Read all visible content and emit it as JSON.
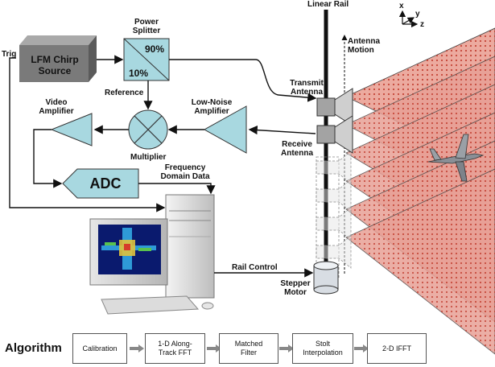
{
  "labels": {
    "linear_rail": "Linear Rail",
    "axis_x": "x",
    "axis_y": "y",
    "axis_z": "z",
    "antenna_motion": "Antenna\nMotion",
    "trig": "Trig",
    "lfm_source": "LFM Chirp\nSource",
    "power_splitter": "Power\nSplitter",
    "pct_90": "90%",
    "pct_10": "10%",
    "reference": "Reference",
    "video_amplifier": "Video\nAmplifier",
    "low_noise_amplifier": "Low-Noise\nAmplifier",
    "multiplier": "Multiplier",
    "transmit_antenna": "Transmit\nAntenna",
    "receive_antenna": "Receive\nAntenna",
    "adc": "ADC",
    "frequency_domain_data": "Frequency\nDomain Data",
    "rail_control": "Rail Control",
    "stepper_motor": "Stepper\nMotor"
  },
  "algorithm": {
    "title": "Algorithm",
    "steps": [
      "Calibration",
      "1-D Along-\nTrack FFT",
      "Matched\nFilter",
      "Stolt\nInterpolation",
      "2-D IFFT"
    ]
  },
  "colors": {
    "amplifier_fill": "#a8d8e0",
    "wire": "#111111",
    "source_box": "#7a7a7a",
    "beam": "#e8a096",
    "dots": "#c0392b"
  }
}
